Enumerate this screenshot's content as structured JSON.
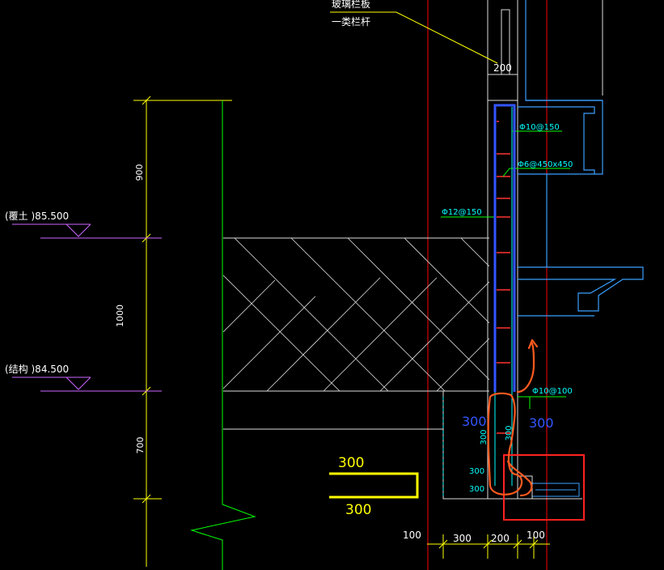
{
  "palette": {
    "background": "#000000",
    "yellow": "#ffff00",
    "green": "#00ff00",
    "white": "#ffffff",
    "red": "#ff0000",
    "cyan": "#00ffff",
    "magenta": "#cc66ff",
    "blue": "#3355ff",
    "orange": "#ff5a1f",
    "steel_blue": "#3aa0ff",
    "light_blue": "#88ccff"
  },
  "callout": {
    "line1": "玻璃栏板",
    "line2": "一类栏杆"
  },
  "dims": {
    "top_width": "200",
    "left_upper": "900",
    "left_middle": "1000",
    "left_lower": "700",
    "bottom_a": "100",
    "bottom_b": "300",
    "bottom_c": "200",
    "bottom_d": "100",
    "small_a": "300",
    "small_b": "300",
    "small_c": "300",
    "small_d": "300"
  },
  "levels": {
    "finish": "(覆土   )85.500",
    "structure": "(结构   )84.500"
  },
  "rebar": {
    "r1": "Φ10@150",
    "r2": "Φ6@450x450",
    "r3": "Φ12@150",
    "r4": "Φ10@100"
  },
  "annotations": {
    "blue_left": "300",
    "blue_right": "300",
    "yellow_top": "300",
    "yellow_bottom": "300"
  }
}
